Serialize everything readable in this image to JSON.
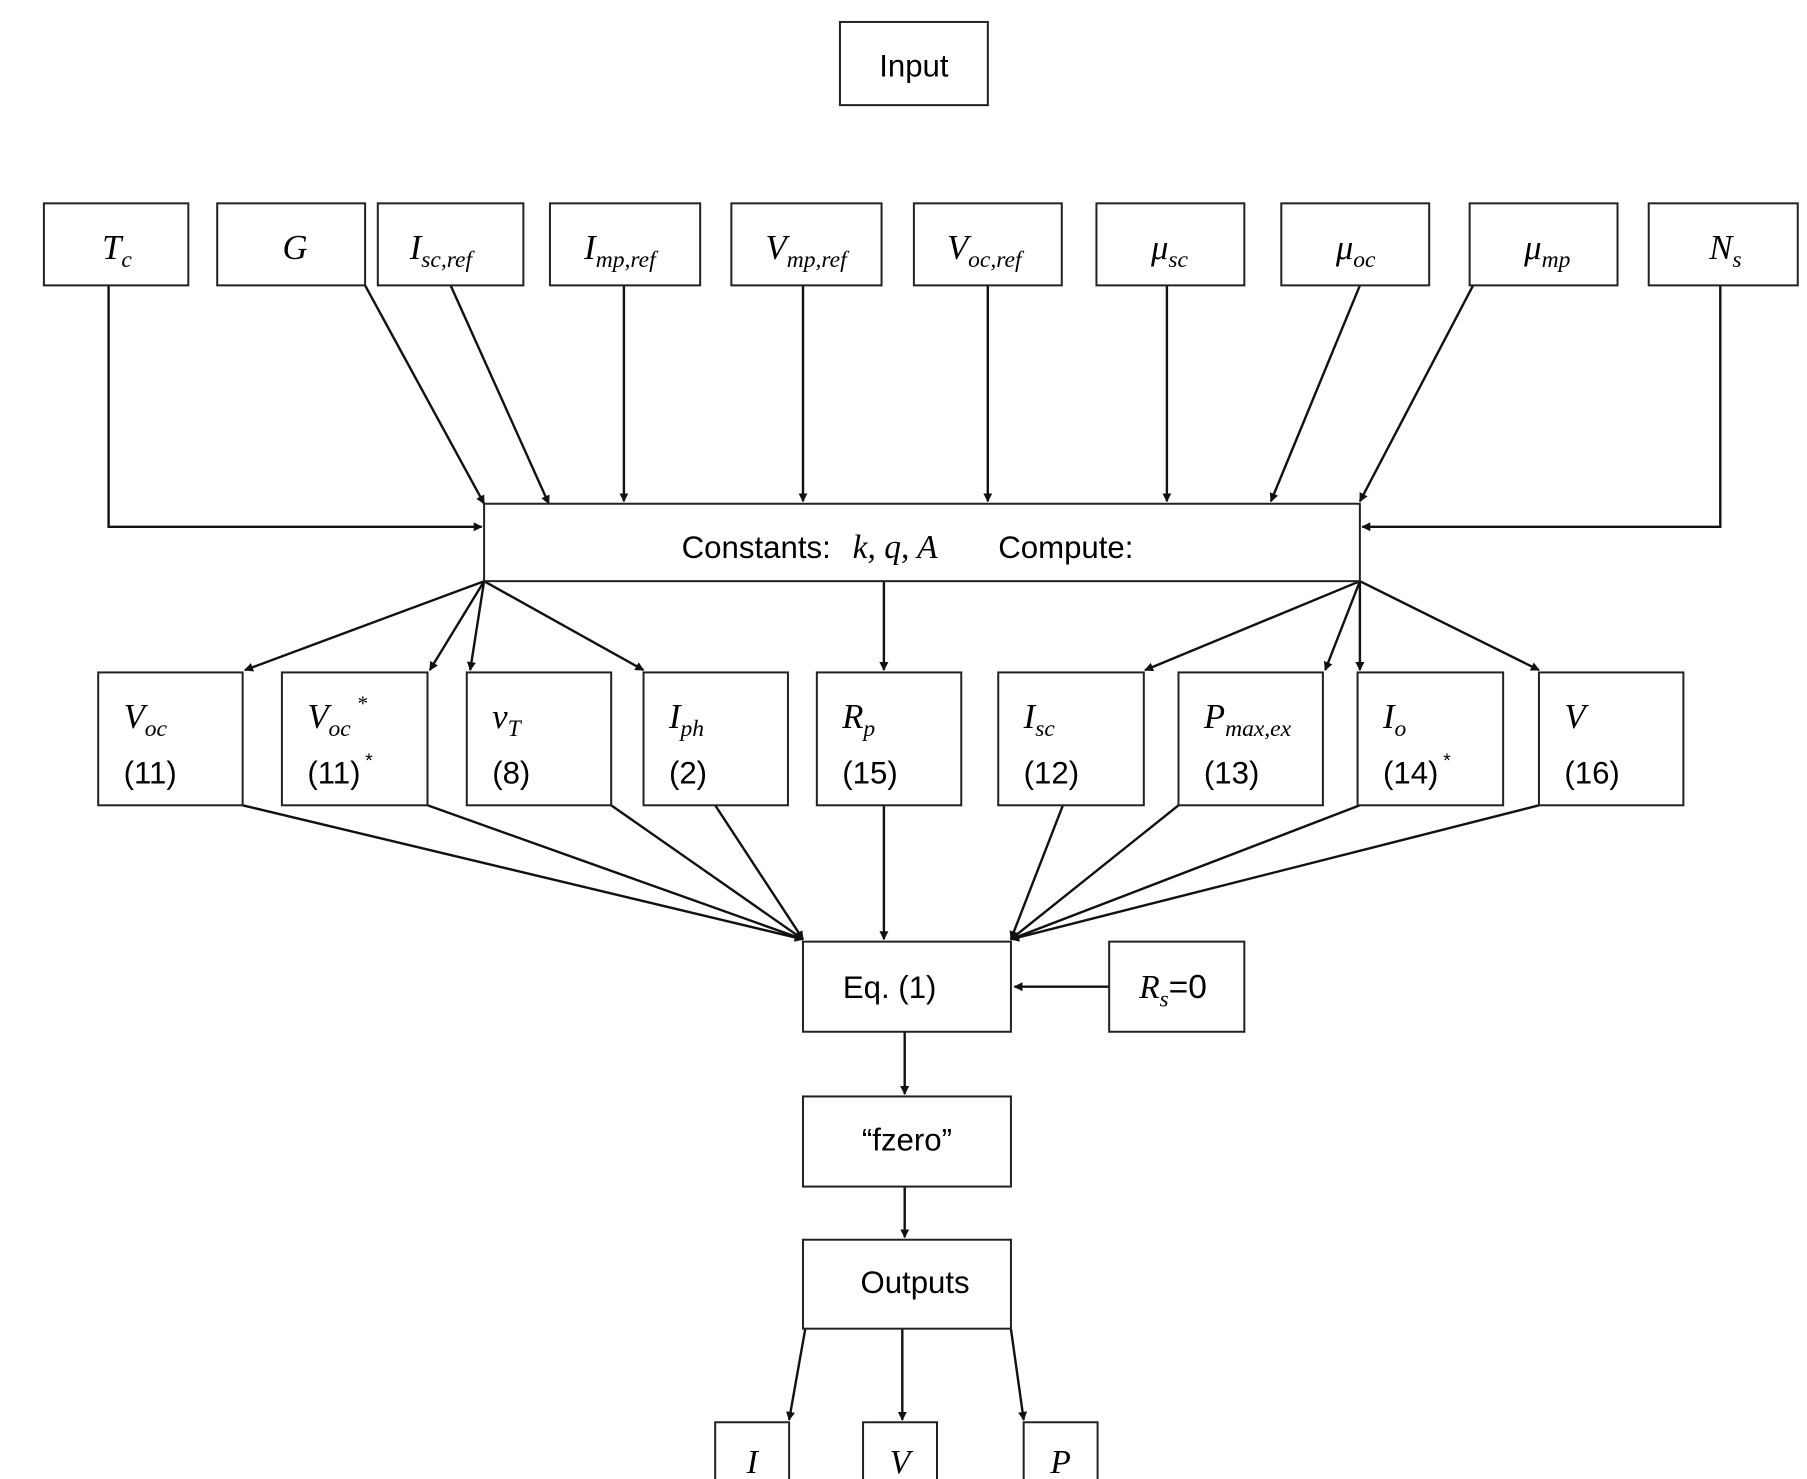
{
  "input": {
    "label": "Input"
  },
  "inputs": [
    {
      "sym": "T",
      "sub": "c"
    },
    {
      "sym": "G",
      "sub": ""
    },
    {
      "sym": "I",
      "sub": "sc,ref"
    },
    {
      "sym": "I",
      "sub": "mp,ref"
    },
    {
      "sym": "V",
      "sub": "mp,ref"
    },
    {
      "sym": "V",
      "sub": "oc,ref"
    },
    {
      "sym": "μ",
      "sub": "sc"
    },
    {
      "sym": "μ",
      "sub": "oc"
    },
    {
      "sym": "μ",
      "sub": "mp"
    },
    {
      "sym": "N",
      "sub": "s"
    }
  ],
  "compute": {
    "constants_label": "Constants:",
    "constants_vars": "k, q, A",
    "compute_label": "Compute:"
  },
  "computed": [
    {
      "sym": "V",
      "sub": "oc",
      "sup": "",
      "eq": "(11)",
      "eq_sup": ""
    },
    {
      "sym": "V",
      "sub": "oc",
      "sup": "*",
      "eq": "(11)",
      "eq_sup": "*"
    },
    {
      "sym": "v",
      "sub": "T",
      "sup": "",
      "eq": "(8)",
      "eq_sup": ""
    },
    {
      "sym": "I",
      "sub": "ph",
      "sup": "",
      "eq": "(2)",
      "eq_sup": ""
    },
    {
      "sym": "R",
      "sub": "p",
      "sup": "",
      "eq": "(15)",
      "eq_sup": ""
    },
    {
      "sym": "I",
      "sub": "sc",
      "sup": "",
      "eq": "(12)",
      "eq_sup": ""
    },
    {
      "sym": "P",
      "sub": "max,ex",
      "sup": "",
      "eq": "(13)",
      "eq_sup": ""
    },
    {
      "sym": "I",
      "sub": "o",
      "sup": "",
      "eq": "(14)",
      "eq_sup": "*"
    },
    {
      "sym": "V",
      "sub": "",
      "sup": "",
      "eq": "(16)",
      "eq_sup": ""
    }
  ],
  "equation": {
    "label": "Eq. (1)"
  },
  "rs": {
    "sym": "R",
    "sub": "s",
    "value": "=0"
  },
  "solver": {
    "label": "“fzero”"
  },
  "outputs": {
    "label": "Outputs"
  },
  "results": [
    {
      "sym": "I"
    },
    {
      "sym": "V"
    },
    {
      "sym": "P"
    }
  ]
}
